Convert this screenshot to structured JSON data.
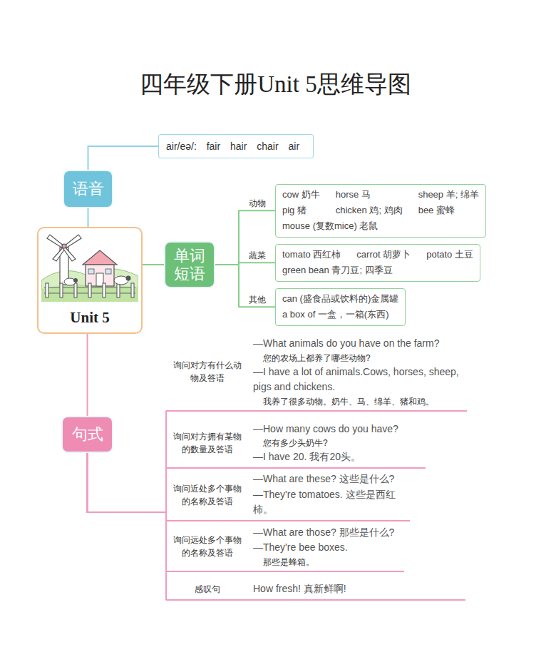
{
  "diagram": {
    "title": "四年级下册Unit 5思维导图",
    "nodes": [
      {
        "text": [
          "Unit 5"
        ]
      },
      {
        "text": [
          "语音"
        ]
      },
      {
        "text": [
          "air/eə/: fair hair chair air"
        ]
      },
      {
        "text": [
          "单词短语"
        ]
      },
      {
        "text": [
          "cow 奶牛",
          "horse 马",
          "sheep 羊; 绵羊",
          "pig 猪",
          "chicken 鸡; 鸡肉",
          "bee 蜜蜂",
          "mouse (复数mice) 老鼠"
        ]
      },
      {
        "text": [
          "tomato 西红柿",
          "carrot 胡萝卜",
          "potato 土豆",
          "green bean 青刀豆; 四季豆"
        ]
      },
      {
        "text": [
          "can (盛食品或饮料的)金属罐",
          "a box of 一盒，一箱(东西)"
        ]
      },
      {
        "text": [
          "句式"
        ]
      },
      {
        "text": [
          "询问对方有什么动物及答语",
          "—What animals do you have on the farm?",
          "您的农场上都养了哪些动物?",
          "—I have a lot of animals.Cows, horses, sheep, pigs and chickens.",
          "我养了很多动物。奶牛、马、绵羊、猪和鸡。"
        ]
      },
      {
        "text": [
          "询问对方拥有某物的数量及答语",
          "—How many cows do you have?",
          "您有多少头奶牛?",
          "—I have 20. 我有20头。"
        ]
      },
      {
        "text": [
          "询问近处多个事物的名称及答语",
          "—What are these? 这些是什么?",
          "—They're tomatoes. 这些是西红柿。"
        ]
      },
      {
        "text": [
          "询问远处多个事物的名称及答语",
          "—What are those? 那些是什么?",
          "—They're bee boxes.",
          "那些是蜂箱。"
        ]
      },
      {
        "text": [
          "感叹句",
          "How fresh! 真新鲜啊!"
        ]
      }
    ],
    "edges": [
      {
        "from": 0,
        "to": 1,
        "arrow": "none"
      },
      {
        "from": 1,
        "to": 2,
        "arrow": "none"
      },
      {
        "from": 0,
        "to": 3,
        "arrow": "none"
      },
      {
        "from": 3,
        "to": 4,
        "label": "动物",
        "arrow": "none"
      },
      {
        "from": 3,
        "to": 5,
        "label": "蔬菜",
        "arrow": "none"
      },
      {
        "from": 3,
        "to": 6,
        "label": "其他",
        "arrow": "none"
      },
      {
        "from": 0,
        "to": 7,
        "arrow": "none"
      },
      {
        "from": 7,
        "to": 8,
        "arrow": "none"
      },
      {
        "from": 7,
        "to": 9,
        "arrow": "none"
      },
      {
        "from": 7,
        "to": 10,
        "arrow": "none"
      },
      {
        "from": 7,
        "to": 11,
        "arrow": "none"
      },
      {
        "from": 7,
        "to": 12,
        "arrow": "none"
      }
    ]
  }
}
